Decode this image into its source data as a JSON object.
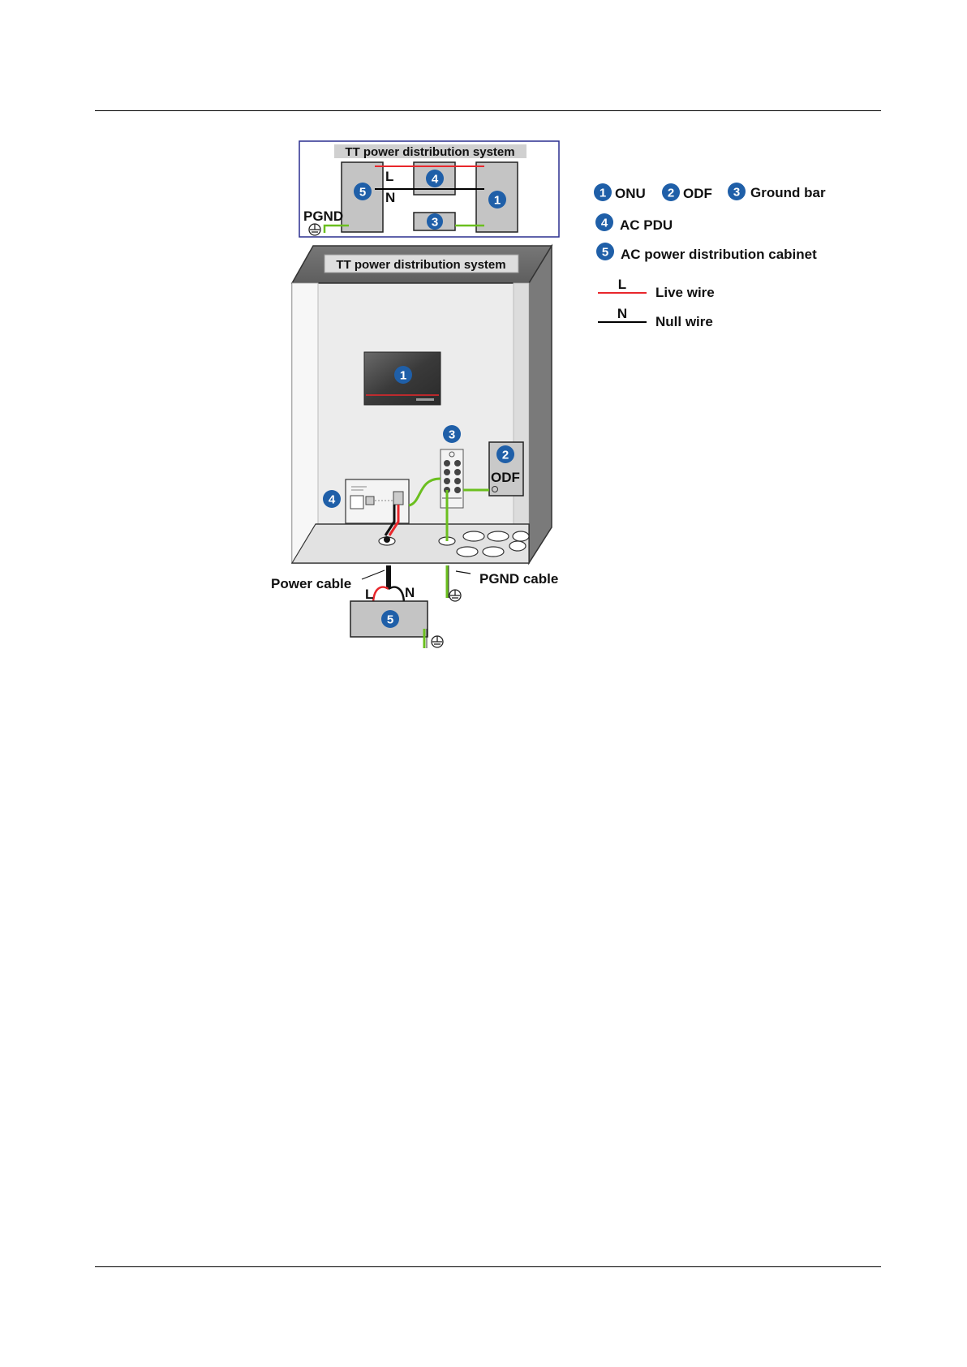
{
  "colors": {
    "live": "#e8262b",
    "null": "#000000",
    "ground": "#6bbf1f",
    "badge": "#1f5fa8",
    "frame": "#2a2f8f"
  },
  "schematic": {
    "title": "TT power distribution system",
    "l_label": "L",
    "n_label": "N",
    "pgnd_label": "PGND",
    "badge_ac_cabinet": "5",
    "badge_pdu": "4",
    "badge_onu": "1",
    "badge_ground_bar": "3"
  },
  "cabinet": {
    "title": "TT power distribution system",
    "badge_onu": "1",
    "badge_ground_bar": "3",
    "badge_odf": "2",
    "odf_label": "ODF",
    "badge_pdu": "4",
    "power_cable_label": "Power cable",
    "pgnd_cable_label": "PGND cable",
    "l_label": "L",
    "n_label": "N",
    "badge_ac_cabinet": "5"
  },
  "legend": {
    "items": [
      {
        "num": "1",
        "label": "ONU"
      },
      {
        "num": "2",
        "label": "ODF"
      },
      {
        "num": "3",
        "label": "Ground bar"
      },
      {
        "num": "4",
        "label": "AC PDU"
      },
      {
        "num": "5",
        "label": "AC power distribution cabinet"
      }
    ],
    "live_letter": "L",
    "live_label": "Live wire",
    "null_letter": "N",
    "null_label": "Null wire"
  }
}
